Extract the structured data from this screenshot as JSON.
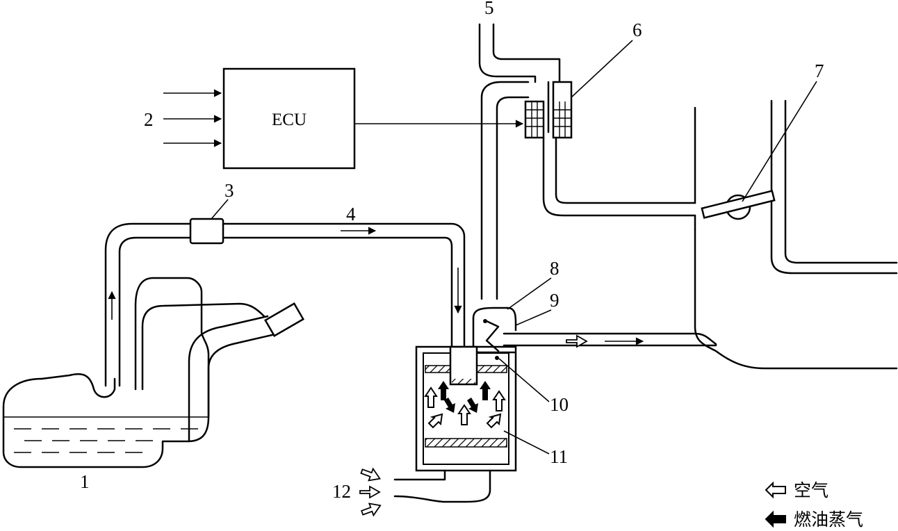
{
  "ecu_label": "ECU",
  "callouts": [
    "1",
    "2",
    "3",
    "4",
    "5",
    "6",
    "7",
    "8",
    "9",
    "10",
    "11",
    "12"
  ],
  "legend": {
    "air": "空气",
    "fuel_vapor": "燃油蒸气"
  }
}
